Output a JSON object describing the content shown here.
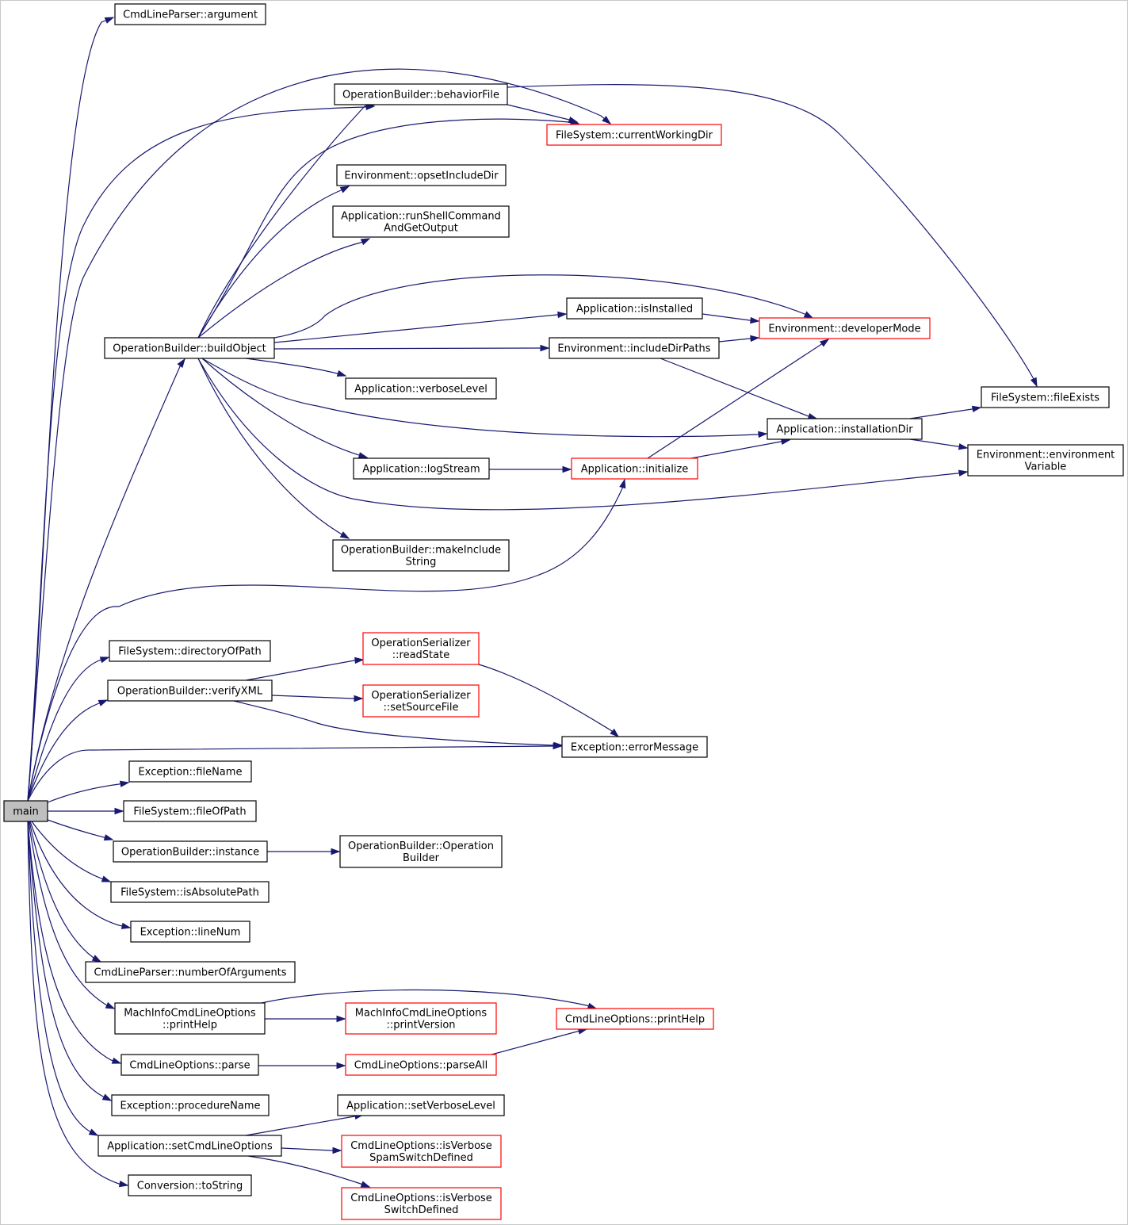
{
  "graph": {
    "nodes": [
      {
        "id": "main",
        "label": [
          "main"
        ],
        "style": "root"
      },
      {
        "id": "argument",
        "label": [
          "CmdLineParser::argument"
        ],
        "style": "black"
      },
      {
        "id": "behaviorFile",
        "label": [
          "OperationBuilder::behaviorFile"
        ],
        "style": "black"
      },
      {
        "id": "cwd",
        "label": [
          "FileSystem::currentWorkingDir"
        ],
        "style": "red"
      },
      {
        "id": "opsetInc",
        "label": [
          "Environment::opsetIncludeDir"
        ],
        "style": "black"
      },
      {
        "id": "runShell",
        "label": [
          "Application::runShellCommand",
          "AndGetOutput"
        ],
        "style": "black"
      },
      {
        "id": "isInstalled",
        "label": [
          "Application::isInstalled"
        ],
        "style": "black"
      },
      {
        "id": "devMode",
        "label": [
          "Environment::developerMode"
        ],
        "style": "red"
      },
      {
        "id": "buildObject",
        "label": [
          "OperationBuilder::buildObject"
        ],
        "style": "black"
      },
      {
        "id": "incDirPaths",
        "label": [
          "Environment::includeDirPaths"
        ],
        "style": "black"
      },
      {
        "id": "verboseLevel",
        "label": [
          "Application::verboseLevel"
        ],
        "style": "black"
      },
      {
        "id": "fileExists",
        "label": [
          "FileSystem::fileExists"
        ],
        "style": "black"
      },
      {
        "id": "installDir",
        "label": [
          "Application::installationDir"
        ],
        "style": "black"
      },
      {
        "id": "envVar",
        "label": [
          "Environment::environment",
          "Variable"
        ],
        "style": "black"
      },
      {
        "id": "logStream",
        "label": [
          "Application::logStream"
        ],
        "style": "black"
      },
      {
        "id": "initialize",
        "label": [
          "Application::initialize"
        ],
        "style": "red"
      },
      {
        "id": "makeInclude",
        "label": [
          "OperationBuilder::makeInclude",
          "String"
        ],
        "style": "black"
      },
      {
        "id": "dirOfPath",
        "label": [
          "FileSystem::directoryOfPath"
        ],
        "style": "black"
      },
      {
        "id": "readState",
        "label": [
          "OperationSerializer",
          "::readState"
        ],
        "style": "red"
      },
      {
        "id": "verifyXML",
        "label": [
          "OperationBuilder::verifyXML"
        ],
        "style": "black"
      },
      {
        "id": "setSourceFile",
        "label": [
          "OperationSerializer",
          "::setSourceFile"
        ],
        "style": "red"
      },
      {
        "id": "errorMessage",
        "label": [
          "Exception::errorMessage"
        ],
        "style": "black"
      },
      {
        "id": "fileName",
        "label": [
          "Exception::fileName"
        ],
        "style": "black"
      },
      {
        "id": "fileOfPath",
        "label": [
          "FileSystem::fileOfPath"
        ],
        "style": "black"
      },
      {
        "id": "instance",
        "label": [
          "OperationBuilder::instance"
        ],
        "style": "black"
      },
      {
        "id": "opBuilderCtor",
        "label": [
          "OperationBuilder::Operation",
          "Builder"
        ],
        "style": "black"
      },
      {
        "id": "isAbsPath",
        "label": [
          "FileSystem::isAbsolutePath"
        ],
        "style": "black"
      },
      {
        "id": "lineNum",
        "label": [
          "Exception::lineNum"
        ],
        "style": "black"
      },
      {
        "id": "numArgs",
        "label": [
          "CmdLineParser::numberOfArguments"
        ],
        "style": "black"
      },
      {
        "id": "miPrintHelp",
        "label": [
          "MachInfoCmdLineOptions",
          "::printHelp"
        ],
        "style": "black"
      },
      {
        "id": "miPrintVersion",
        "label": [
          "MachInfoCmdLineOptions",
          "::printVersion"
        ],
        "style": "red"
      },
      {
        "id": "cloPrintHelp",
        "label": [
          "CmdLineOptions::printHelp"
        ],
        "style": "red"
      },
      {
        "id": "cloParse",
        "label": [
          "CmdLineOptions::parse"
        ],
        "style": "black"
      },
      {
        "id": "parseAll",
        "label": [
          "CmdLineOptions::parseAll"
        ],
        "style": "red"
      },
      {
        "id": "procName",
        "label": [
          "Exception::procedureName"
        ],
        "style": "black"
      },
      {
        "id": "setVerbose",
        "label": [
          "Application::setVerboseLevel"
        ],
        "style": "black"
      },
      {
        "id": "setCmdLine",
        "label": [
          "Application::setCmdLineOptions"
        ],
        "style": "black"
      },
      {
        "id": "isVerboseSpam",
        "label": [
          "CmdLineOptions::isVerbose",
          "SpamSwitchDefined"
        ],
        "style": "red"
      },
      {
        "id": "isVerboseSw",
        "label": [
          "CmdLineOptions::isVerbose",
          "SwitchDefined"
        ],
        "style": "red"
      },
      {
        "id": "toString",
        "label": [
          "Conversion::toString"
        ],
        "style": "black"
      }
    ],
    "edges": [
      [
        "main",
        "argument"
      ],
      [
        "main",
        "behaviorFile"
      ],
      [
        "main",
        "cwd"
      ],
      [
        "main",
        "buildObject"
      ],
      [
        "main",
        "initialize"
      ],
      [
        "main",
        "dirOfPath"
      ],
      [
        "main",
        "verifyXML"
      ],
      [
        "main",
        "errorMessage"
      ],
      [
        "main",
        "fileName"
      ],
      [
        "main",
        "fileOfPath"
      ],
      [
        "main",
        "instance"
      ],
      [
        "main",
        "isAbsPath"
      ],
      [
        "main",
        "lineNum"
      ],
      [
        "main",
        "numArgs"
      ],
      [
        "main",
        "miPrintHelp"
      ],
      [
        "main",
        "cloParse"
      ],
      [
        "main",
        "procName"
      ],
      [
        "main",
        "setCmdLine"
      ],
      [
        "main",
        "toString"
      ],
      [
        "behaviorFile",
        "cwd"
      ],
      [
        "behaviorFile",
        "fileExists"
      ],
      [
        "buildObject",
        "behaviorFile"
      ],
      [
        "buildObject",
        "cwd"
      ],
      [
        "buildObject",
        "opsetInc"
      ],
      [
        "buildObject",
        "runShell"
      ],
      [
        "buildObject",
        "devMode"
      ],
      [
        "buildObject",
        "isInstalled"
      ],
      [
        "buildObject",
        "incDirPaths"
      ],
      [
        "buildObject",
        "verboseLevel"
      ],
      [
        "buildObject",
        "installDir"
      ],
      [
        "buildObject",
        "logStream"
      ],
      [
        "buildObject",
        "envVar"
      ],
      [
        "buildObject",
        "makeInclude"
      ],
      [
        "isInstalled",
        "devMode"
      ],
      [
        "incDirPaths",
        "devMode"
      ],
      [
        "incDirPaths",
        "installDir"
      ],
      [
        "installDir",
        "fileExists"
      ],
      [
        "installDir",
        "envVar"
      ],
      [
        "logStream",
        "initialize"
      ],
      [
        "initialize",
        "devMode"
      ],
      [
        "initialize",
        "installDir"
      ],
      [
        "verifyXML",
        "readState"
      ],
      [
        "verifyXML",
        "setSourceFile"
      ],
      [
        "verifyXML",
        "errorMessage"
      ],
      [
        "readState",
        "errorMessage"
      ],
      [
        "instance",
        "opBuilderCtor"
      ],
      [
        "miPrintHelp",
        "miPrintVersion"
      ],
      [
        "miPrintHelp",
        "cloPrintHelp"
      ],
      [
        "cloParse",
        "parseAll"
      ],
      [
        "parseAll",
        "cloPrintHelp"
      ],
      [
        "setCmdLine",
        "setVerbose"
      ],
      [
        "setCmdLine",
        "isVerboseSpam"
      ],
      [
        "setCmdLine",
        "isVerboseSw"
      ]
    ]
  }
}
